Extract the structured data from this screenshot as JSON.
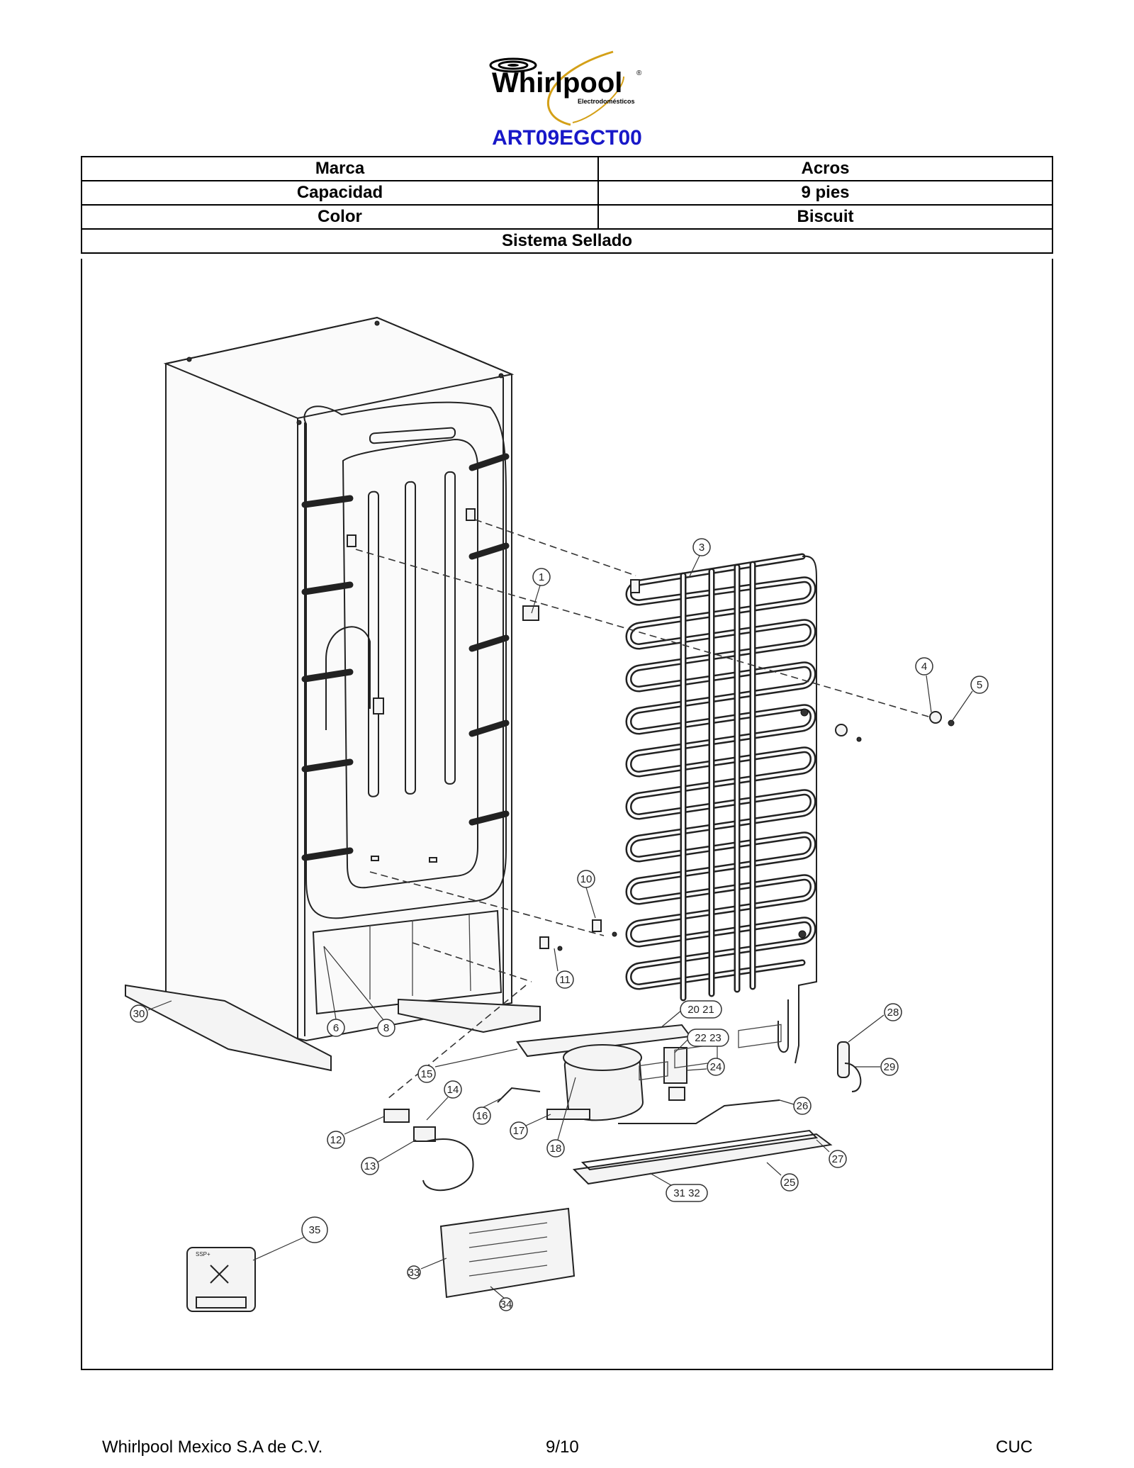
{
  "header": {
    "brand_logo_text": "Whirlpool",
    "brand_logo_subtext": "Electrodomésticos",
    "model": "ART09EGCT00"
  },
  "specs": [
    {
      "label": "Marca",
      "value": "Acros"
    },
    {
      "label": "Capacidad",
      "value": "9 pies"
    },
    {
      "label": "Color",
      "value": "Biscuit"
    }
  ],
  "section_title": "Sistema Sellado",
  "callouts": {
    "c1": "1",
    "c3": "3",
    "c4": "4",
    "c5": "5",
    "c6": "6",
    "c8": "8",
    "c10": "10",
    "c11": "11",
    "c12": "12",
    "c13": "13",
    "c14": "14",
    "c15": "15",
    "c16": "16",
    "c17": "17",
    "c18": "18",
    "c2021": "20 21",
    "c2223": "22 23",
    "c24": "24",
    "c25": "25",
    "c26": "26",
    "c27": "27",
    "c28": "28",
    "c29": "29",
    "c30": "30",
    "c3132": "31 32",
    "c33": "33",
    "c34": "34",
    "c35": "35"
  },
  "footer": {
    "company": "Whirlpool Mexico S.A de C.V.",
    "page": "9/10",
    "code": "CUC"
  },
  "colors": {
    "title_blue": "#1818c8",
    "logo_gold": "#d4a017"
  }
}
